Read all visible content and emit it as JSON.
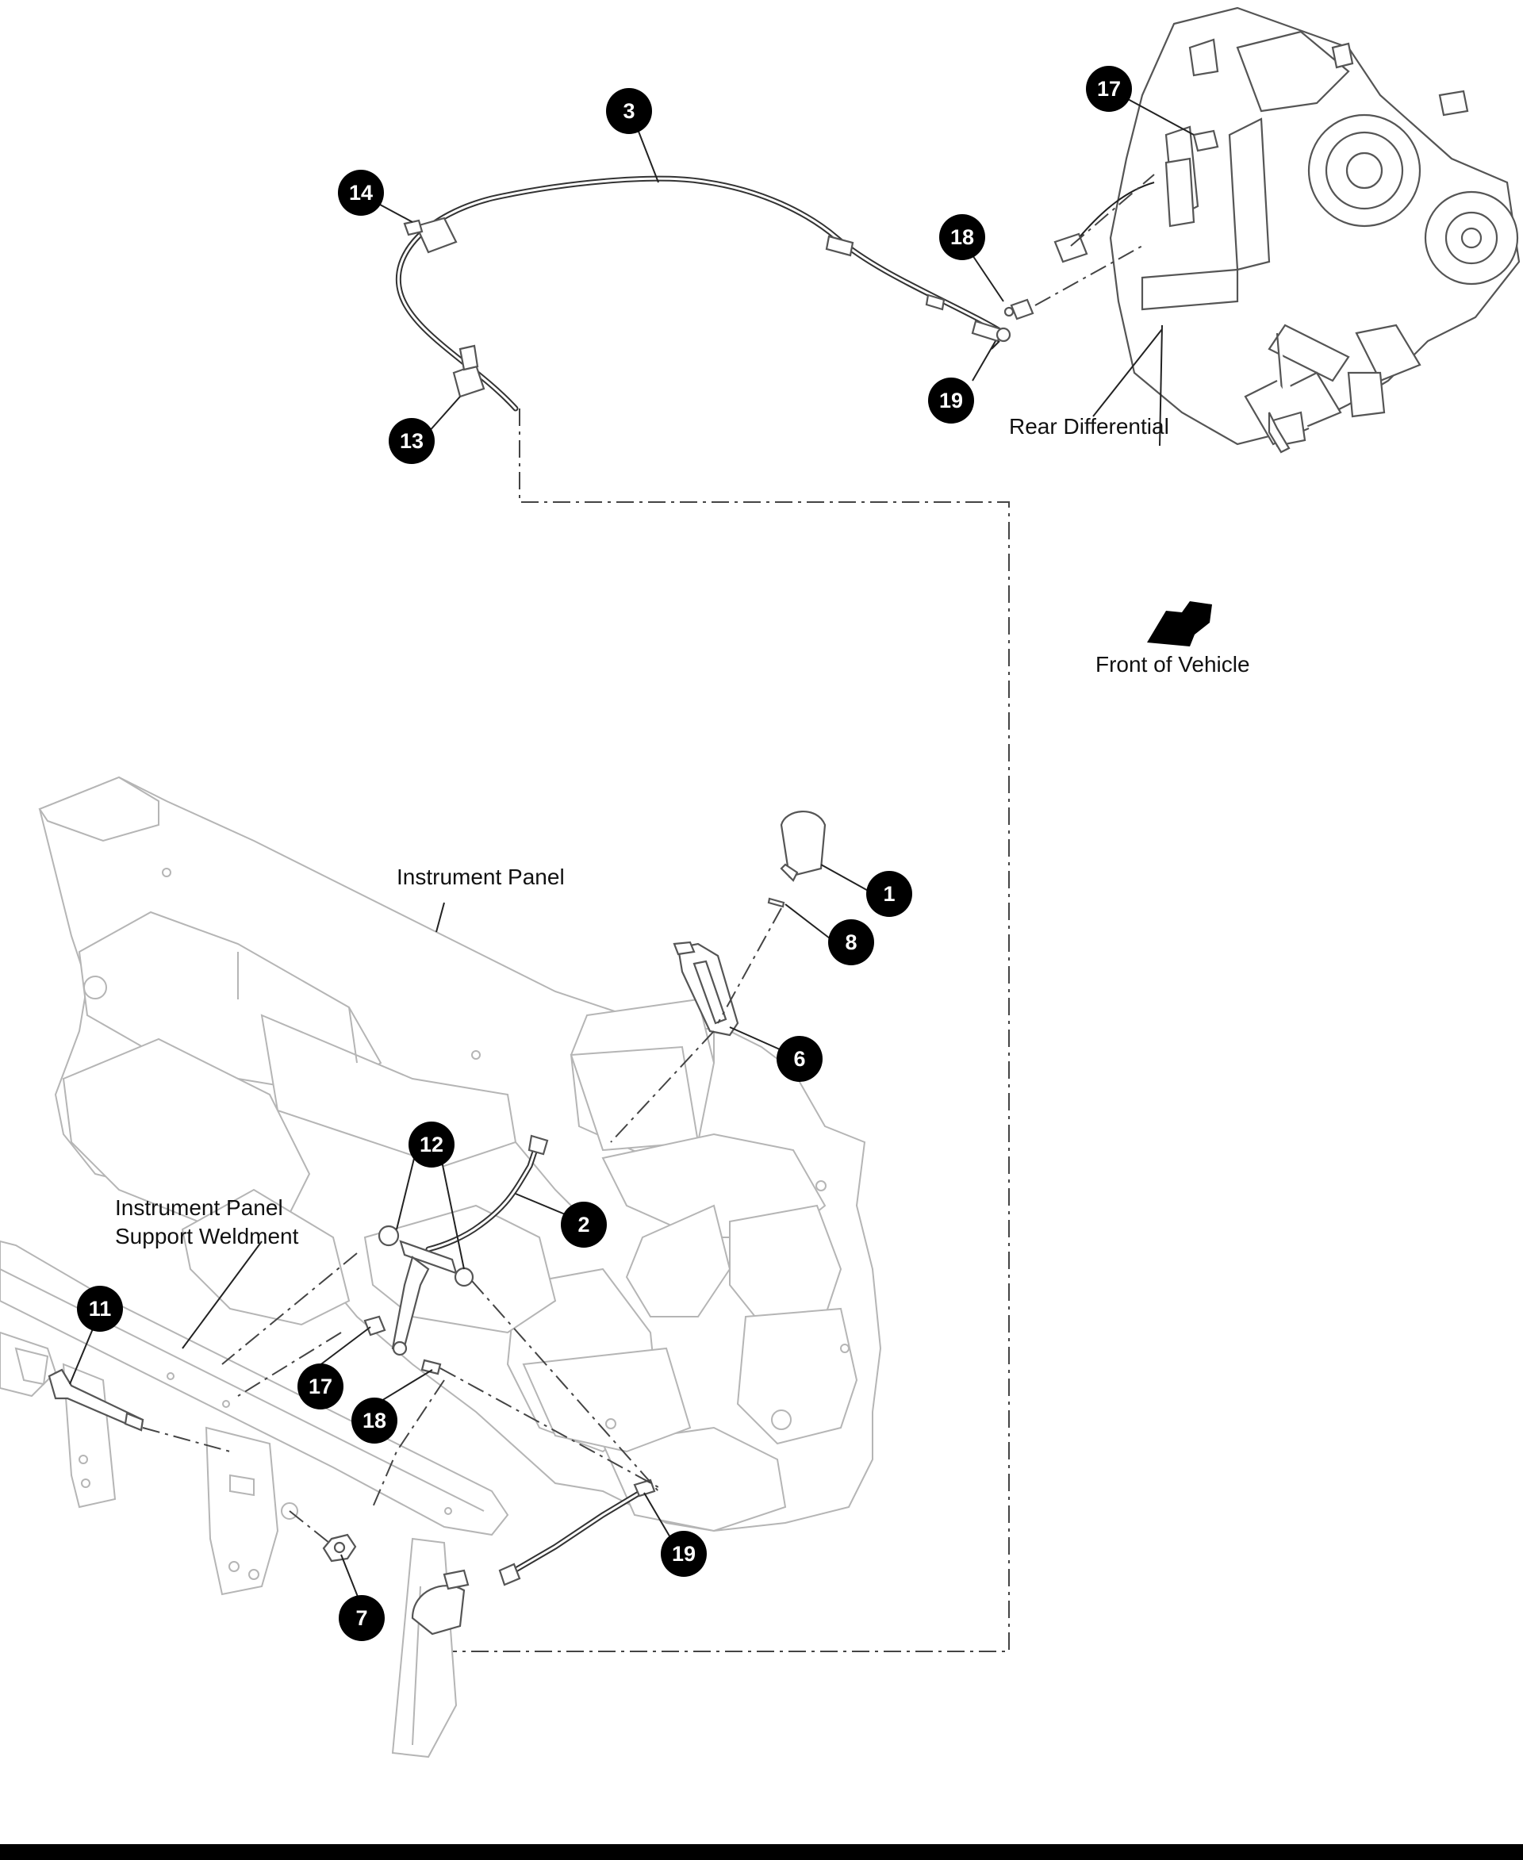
{
  "labels": {
    "rear_differential": "Rear Differential",
    "front_of_vehicle": "Front of Vehicle",
    "instrument_panel": "Instrument Panel",
    "support_line1": "Instrument Panel",
    "support_line2": "Support Weldment"
  },
  "callouts": {
    "c1": "1",
    "c2": "2",
    "c3": "3",
    "c6": "6",
    "c7": "7",
    "c8": "8",
    "c11": "11",
    "c12": "12",
    "c13": "13",
    "c14": "14",
    "c17_top": "17",
    "c17_bottom": "17",
    "c18_top": "18",
    "c18_bottom": "18",
    "c19_top": "19",
    "c19_bottom": "19"
  },
  "colors": {
    "callout_fill": "#000000",
    "callout_text": "#ffffff",
    "line_art": "#555555",
    "background_art": "#b5b5b5"
  }
}
